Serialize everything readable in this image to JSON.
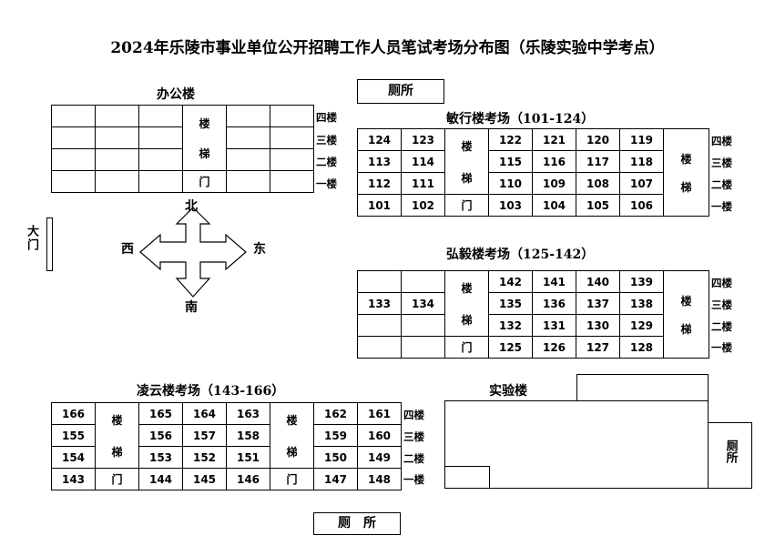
{
  "title": "2024年乐陵市事业单位公开招聘工作人员笔试考场分布图（乐陵实验中学考点）",
  "floors": [
    "四楼",
    "三楼",
    "二楼",
    "一楼"
  ],
  "stair_chars": [
    "楼",
    "梯",
    "门"
  ],
  "office": {
    "label": "办公楼"
  },
  "toilet_top": {
    "label": "厕所"
  },
  "toilet_bottom": {
    "label": "厕　所"
  },
  "toilet_right": {
    "label": "厕所"
  },
  "gate": {
    "label": "大门"
  },
  "compass": {
    "north": "北",
    "south": "南",
    "east": "东",
    "west": "西"
  },
  "minxing": {
    "label": "敏行楼考场（101-124）",
    "left": [
      [
        "124",
        "123"
      ],
      [
        "113",
        "114"
      ],
      [
        "112",
        "111"
      ],
      [
        "101",
        "102"
      ]
    ],
    "right": [
      [
        "122",
        "121",
        "120",
        "119"
      ],
      [
        "115",
        "116",
        "117",
        "118"
      ],
      [
        "110",
        "109",
        "108",
        "107"
      ],
      [
        "103",
        "104",
        "105",
        "106"
      ]
    ]
  },
  "hongyi": {
    "label": "弘毅楼考场（125-142）",
    "left": [
      [
        "",
        ""
      ],
      [
        "133",
        "134"
      ],
      [
        "",
        ""
      ],
      [
        "",
        ""
      ]
    ],
    "right": [
      [
        "142",
        "141",
        "140",
        "139"
      ],
      [
        "135",
        "136",
        "137",
        "138"
      ],
      [
        "132",
        "131",
        "130",
        "129"
      ],
      [
        "125",
        "126",
        "127",
        "128"
      ]
    ]
  },
  "lingyun": {
    "label": "凌云楼考场（143-166）",
    "a": [
      [
        "166"
      ],
      [
        "155"
      ],
      [
        "154"
      ],
      [
        "143"
      ]
    ],
    "b": [
      [
        "165",
        "164",
        "163"
      ],
      [
        "156",
        "157",
        "158"
      ],
      [
        "153",
        "152",
        "151"
      ],
      [
        "144",
        "145",
        "146"
      ]
    ],
    "c": [
      [
        "162",
        "161"
      ],
      [
        "159",
        "160"
      ],
      [
        "150",
        "149"
      ],
      [
        "147",
        "148"
      ]
    ]
  },
  "lab": {
    "label": "实验楼"
  }
}
